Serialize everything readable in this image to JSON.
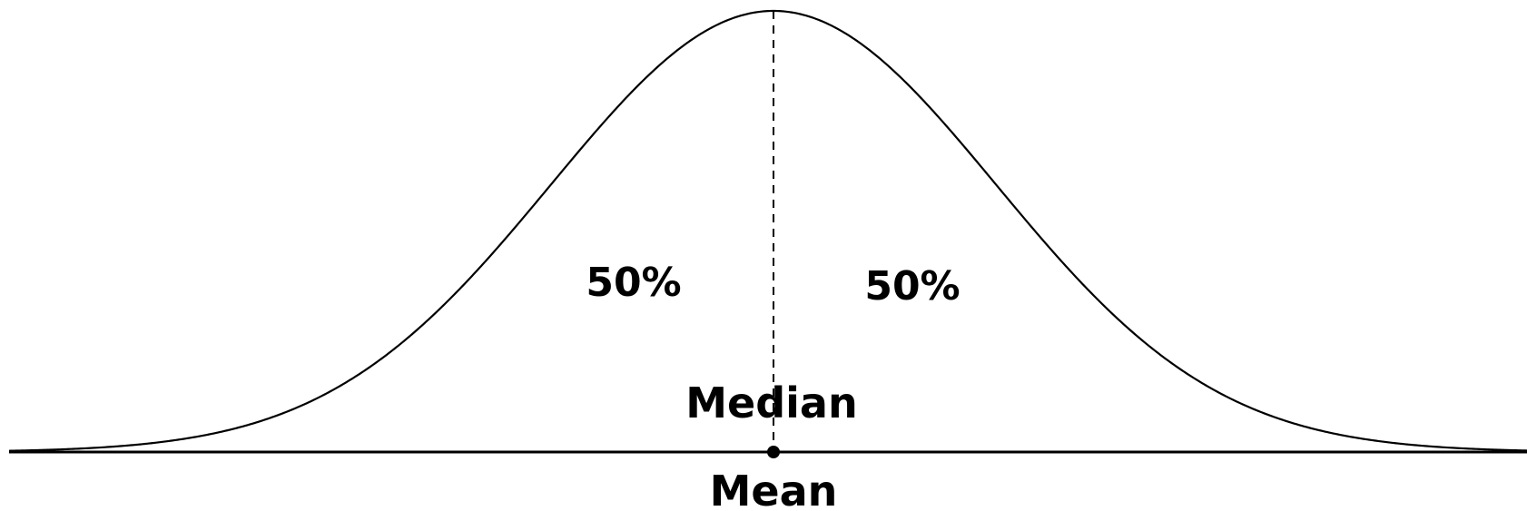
{
  "diagram": {
    "left_region_label": "50%",
    "right_region_label": "50%",
    "median_label": "Median",
    "mean_label": "Mean",
    "colors": {
      "curve": "#000000",
      "axis": "#000000",
      "median_line": "#000000",
      "text": "#000000",
      "background": "#ffffff"
    },
    "distribution": "normal",
    "median_line_style": "dashed"
  }
}
